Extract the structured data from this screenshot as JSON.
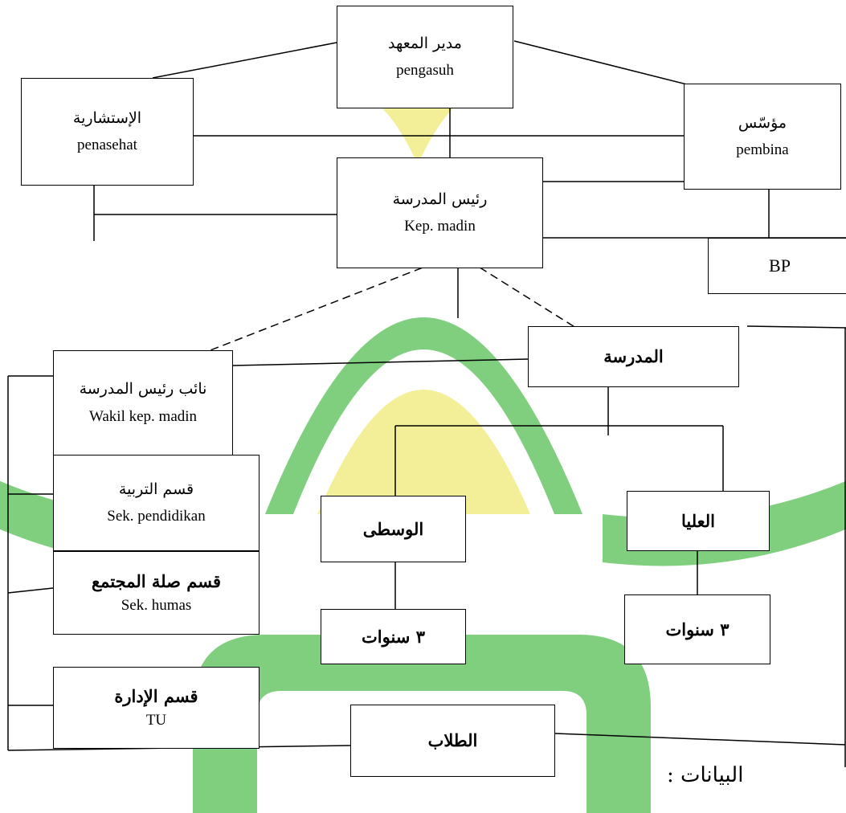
{
  "colors": {
    "watermark_green": "#7fcf7f",
    "watermark_yellow": "#f3ef98",
    "line": "#000000"
  },
  "nodes": {
    "director": {
      "ar": "مدير المعهد",
      "latin": "pengasuh"
    },
    "advisory": {
      "ar": "الإستشارية",
      "latin": "penasehat"
    },
    "founder": {
      "ar": "مؤسّس",
      "latin": "pembina"
    },
    "head": {
      "ar": "رئيس المدرسة",
      "latin": "Kep. madin"
    },
    "bp": {
      "latin": "BP"
    },
    "school": {
      "ar": "المدرسة"
    },
    "deputy": {
      "ar": "نائب رئيس المدرسة",
      "latin": "Wakil kep. madin"
    },
    "education": {
      "ar": "قسم التربية",
      "latin": "Sek. pendidikan"
    },
    "public_relations": {
      "ar": "قسم صلة المجتمع",
      "latin": "Sek. humas"
    },
    "administration": {
      "ar": "قسم الإدارة",
      "latin": "TU"
    },
    "middle": {
      "ar": "الوسطى"
    },
    "upper": {
      "ar": "العليا"
    },
    "middle_years": {
      "ar": "٣ سنوات"
    },
    "upper_years": {
      "ar": "٣ سنوات"
    },
    "students": {
      "ar": "الطلاب"
    }
  },
  "legend": {
    "label": "البيانات :"
  }
}
